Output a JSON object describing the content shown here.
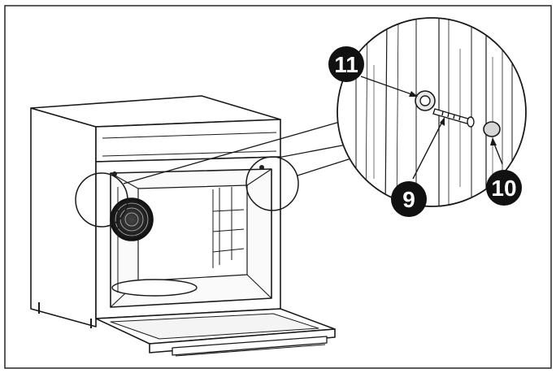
{
  "diagram": {
    "callouts": [
      {
        "id": "callout-11",
        "label": "11"
      },
      {
        "id": "callout-9",
        "label": "9"
      },
      {
        "id": "callout-10",
        "label": "10"
      }
    ],
    "colors": {
      "stroke": "#1a1a1a",
      "callout_fill": "#111111",
      "background": "#ffffff"
    }
  }
}
